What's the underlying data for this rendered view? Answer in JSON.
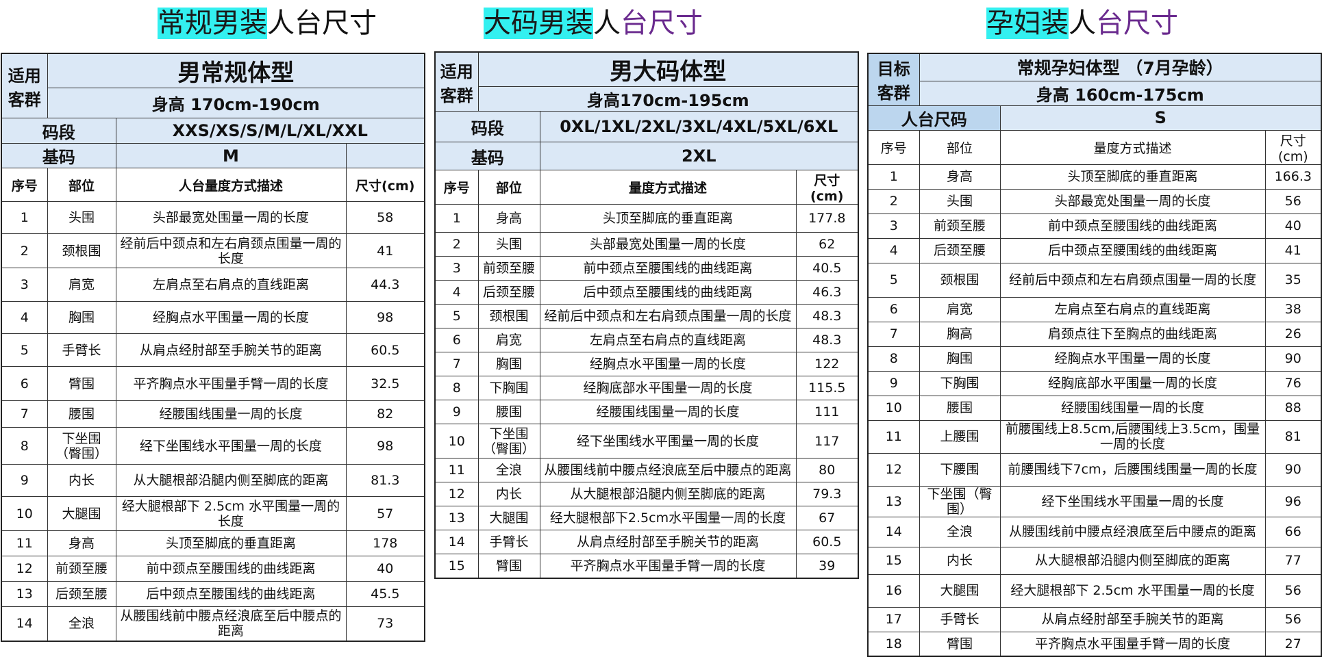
{
  "titles": [
    {
      "highlight": "常规男装",
      "part2": "人台",
      "part3": "尺寸"
    },
    {
      "highlight": "大码男装",
      "part2": "人",
      "part3": "台尺寸"
    },
    {
      "highlight": "孕妇装",
      "part2": "人",
      "part3": "台尺寸"
    }
  ],
  "table1": {
    "group_label": "适用客群",
    "type_label": "男常规体型",
    "height_label": "身高 170cm-190cm",
    "size_range_label": "码段",
    "size_range": "XXS/XS/S/M/L/XL/XXL",
    "base_size_label": "基码",
    "base_size": "M",
    "columns": [
      "序号",
      "部位",
      "人台量度方式描述",
      "尺寸(cm)"
    ],
    "rows": [
      [
        "1",
        "头围",
        "头部最宽处围量一周的长度",
        "58"
      ],
      [
        "2",
        "颈根围",
        "经前后中颈点和左右肩颈点围量一周的长度",
        "41"
      ],
      [
        "3",
        "肩宽",
        "左肩点至右肩点的直线距离",
        "44.3"
      ],
      [
        "4",
        "胸围",
        "经胸点水平围量一周的长度",
        "98"
      ],
      [
        "5",
        "手臂长",
        "从肩点经肘部至手腕关节的距离",
        "60.5"
      ],
      [
        "6",
        "臂围",
        "平齐胸点水平围量手臂一周的长度",
        "32.5"
      ],
      [
        "7",
        "腰围",
        "经腰围线围量一周的长度",
        "82"
      ],
      [
        "8",
        "下坐围（臀围）",
        "经下坐围线水平围量一周的长度",
        "98"
      ],
      [
        "9",
        "内长",
        "从大腿根部沿腿内侧至脚底的距离",
        "81.3"
      ],
      [
        "10",
        "大腿围",
        "经大腿根部下 2.5cm 水平围量一周的长度",
        "57"
      ],
      [
        "11",
        "身高",
        "头顶至脚底的垂直距离",
        "178"
      ],
      [
        "12",
        "前颈至腰",
        "前中颈点至腰围线的曲线距离",
        "40"
      ],
      [
        "13",
        "后颈至腰",
        "后中颈点至腰围线的曲线距离",
        "45.5"
      ],
      [
        "14",
        "全浪",
        "从腰围线前中腰点经浪底至后中腰点的距离",
        "73"
      ]
    ]
  },
  "table2": {
    "group_label": "适用客群",
    "type_label": "男大码体型",
    "height_label": "身高170cm-195cm",
    "size_range_label": "码段",
    "size_range": "0XL/1XL/2XL/3XL/4XL/5XL/6XL",
    "base_size_label": "基码",
    "base_size": "2XL",
    "columns": [
      "序号",
      "部位",
      "量度方式描述",
      "尺寸(cm)"
    ],
    "rows": [
      [
        "1",
        "身高",
        "头顶至脚底的垂直距离",
        "177.8"
      ],
      [
        "2",
        "头围",
        "头部最宽处围量一周的长度",
        "62"
      ],
      [
        "3",
        "前颈至腰",
        "前中颈点至腰围线的曲线距离",
        "40.5"
      ],
      [
        "4",
        "后颈至腰",
        "后中颈点至腰围线的曲线距离",
        "46.3"
      ],
      [
        "5",
        "颈根围",
        "经前后中颈点和左右肩颈点围量一周的长度",
        "48.3"
      ],
      [
        "6",
        "肩宽",
        "左肩点至右肩点的直线距离",
        "48.3"
      ],
      [
        "7",
        "胸围",
        "经胸点水平围量一周的长度",
        "122"
      ],
      [
        "8",
        "下胸围",
        "经胸底部水平围量一周的长度",
        "115.5"
      ],
      [
        "9",
        "腰围",
        "经腰围线围量一周的长度",
        "111"
      ],
      [
        "10",
        "下坐围（臀围）",
        "经下坐围线水平围量一周的长度",
        "117"
      ],
      [
        "11",
        "全浪",
        "从腰围线前中腰点经浪底至后中腰点的距离",
        "80"
      ],
      [
        "12",
        "内长",
        "从大腿根部沿腿内侧至脚底的距离",
        "79.3"
      ],
      [
        "13",
        "大腿围",
        "经大腿根部下2.5cm水平围量一周的长度",
        "67"
      ],
      [
        "14",
        "手臂长",
        "从肩点经肘部至手腕关节的距离",
        "60.5"
      ],
      [
        "15",
        "臂围",
        "平齐胸点水平围量手臂一周的长度",
        "39"
      ]
    ]
  },
  "table3": {
    "group_label": "目标客群",
    "type_label": "常规孕妇体型 （7月孕龄）",
    "height_label": "身高 160cm-175cm",
    "size_label": "人台尺码",
    "size": "S",
    "columns": [
      "序号",
      "部位",
      "量度方式描述",
      "尺寸(cm)"
    ],
    "rows": [
      [
        "1",
        "身高",
        "头顶至脚底的垂直距离",
        "166.3"
      ],
      [
        "2",
        "头围",
        "头部最宽处围量一周的长度",
        "56"
      ],
      [
        "3",
        "前颈至腰",
        "前中颈点至腰围线的曲线距离",
        "40"
      ],
      [
        "4",
        "后颈至腰",
        "后中颈点至腰围线的曲线距离",
        "41"
      ],
      [
        "5",
        "颈根围",
        "经前后中颈点和左右肩颈点围量一周的长度",
        "35"
      ],
      [
        "6",
        "肩宽",
        "左肩点至右肩点的直线距离",
        "38"
      ],
      [
        "7",
        "胸高",
        "肩颈点往下至胸点的曲线距离",
        "26"
      ],
      [
        "8",
        "胸围",
        "经胸点水平围量一周的长度",
        "90"
      ],
      [
        "9",
        "下胸围",
        "经胸底部水平围量一周的长度",
        "76"
      ],
      [
        "10",
        "腰围",
        "经腰围线围量一周的长度",
        "88"
      ],
      [
        "11",
        "上腰围",
        "前腰围线上8.5cm,后腰围线上3.5cm，围量一周的长度",
        "81"
      ],
      [
        "12",
        "下腰围",
        "前腰围线下7cm，后腰围线围量一周的长度",
        "90"
      ],
      [
        "13",
        "下坐围（臀围）",
        "经下坐围线水平围量一周的长度",
        "96"
      ],
      [
        "14",
        "全浪",
        "从腰围线前中腰点经浪底至后中腰点的距离",
        "66"
      ],
      [
        "15",
        "内长",
        "从大腿根部沿腿内侧至脚底的距离",
        "77"
      ],
      [
        "16",
        "大腿围",
        "经大腿根部下 2.5cm 水平围量一周的长度",
        "56"
      ],
      [
        "17",
        "手臂长",
        "从肩点经肘部至手腕关节的距离",
        "56"
      ],
      [
        "18",
        "臂围",
        "平齐胸点水平围量手臂一周的长度",
        "27"
      ]
    ]
  }
}
